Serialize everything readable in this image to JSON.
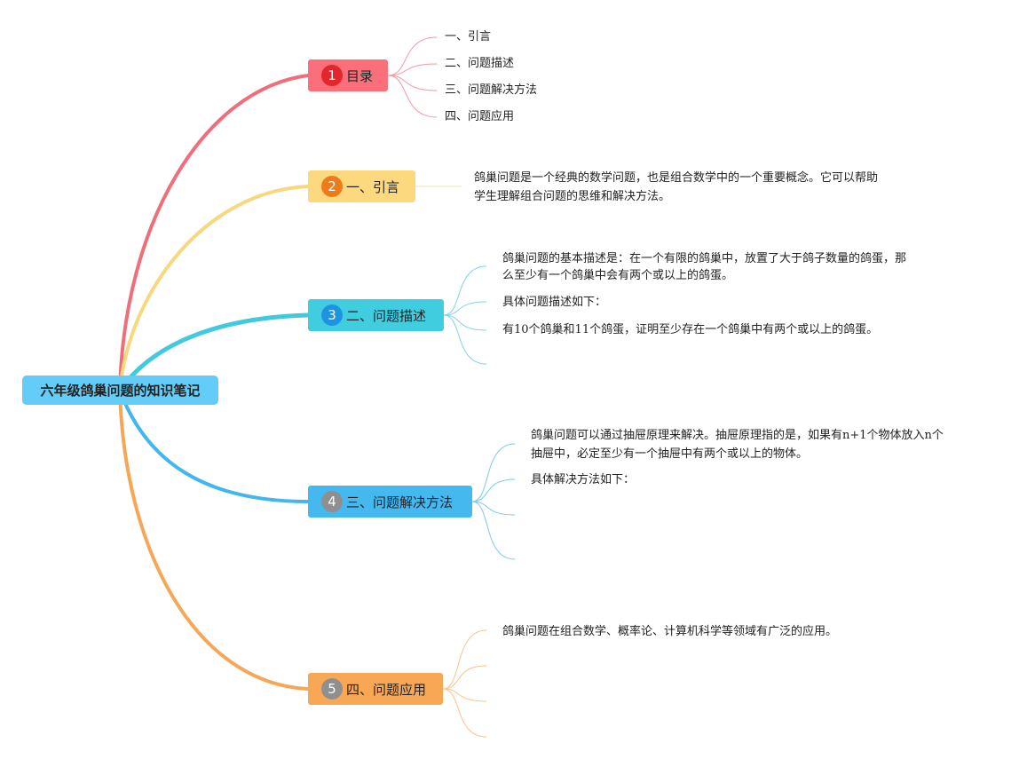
{
  "root": {
    "title": "六年级鸽巢问题的知识笔记"
  },
  "branches": [
    {
      "num": "1",
      "label": "目录",
      "color": "#f06e7a",
      "badge_color": "#e3262b",
      "items": [
        "一、引言",
        "二、问题描述",
        "三、问题解决方法",
        "四、问题应用"
      ]
    },
    {
      "num": "2",
      "label": "一、引言",
      "color": "#f9d77c",
      "badge_color": "#ee7b1a",
      "items": [
        "鸽巢问题是一个经典的数学问题，也是组合数学中的一个重要概念。它可以帮助",
        "学生理解组合问题的思维和解决方法。"
      ]
    },
    {
      "num": "3",
      "label": "二、问题描述",
      "color": "#41cadf",
      "badge_color": "#1e94e0",
      "items": [
        "鸽巢问题的基本描述是：在一个有限的鸽巢中，放置了大于鸽子数量的鸽蛋，那",
        "么至少有一个鸽巢中会有两个或以上的鸽蛋。",
        "具体问题描述如下：",
        "有10个鸽巢和11个鸽蛋，证明至少存在一个鸽巢中有两个或以上的鸽蛋。"
      ]
    },
    {
      "num": "4",
      "label": "三、问题解决方法",
      "color": "#43b6ef",
      "badge_color": "#8f8f8f",
      "items": [
        "鸽巢问题可以通过抽屉原理来解决。抽屉原理指的是，如果有n+1个物体放入n个",
        "抽屉中，必定至少有一个抽屉中有两个或以上的物体。",
        "具体解决方法如下："
      ]
    },
    {
      "num": "5",
      "label": "四、问题应用",
      "color": "#f5a758",
      "badge_color": "#8f8f8f",
      "items": [
        "鸽巢问题在组合数学、概率论、计算机科学等领域有广泛的应用。"
      ]
    }
  ]
}
